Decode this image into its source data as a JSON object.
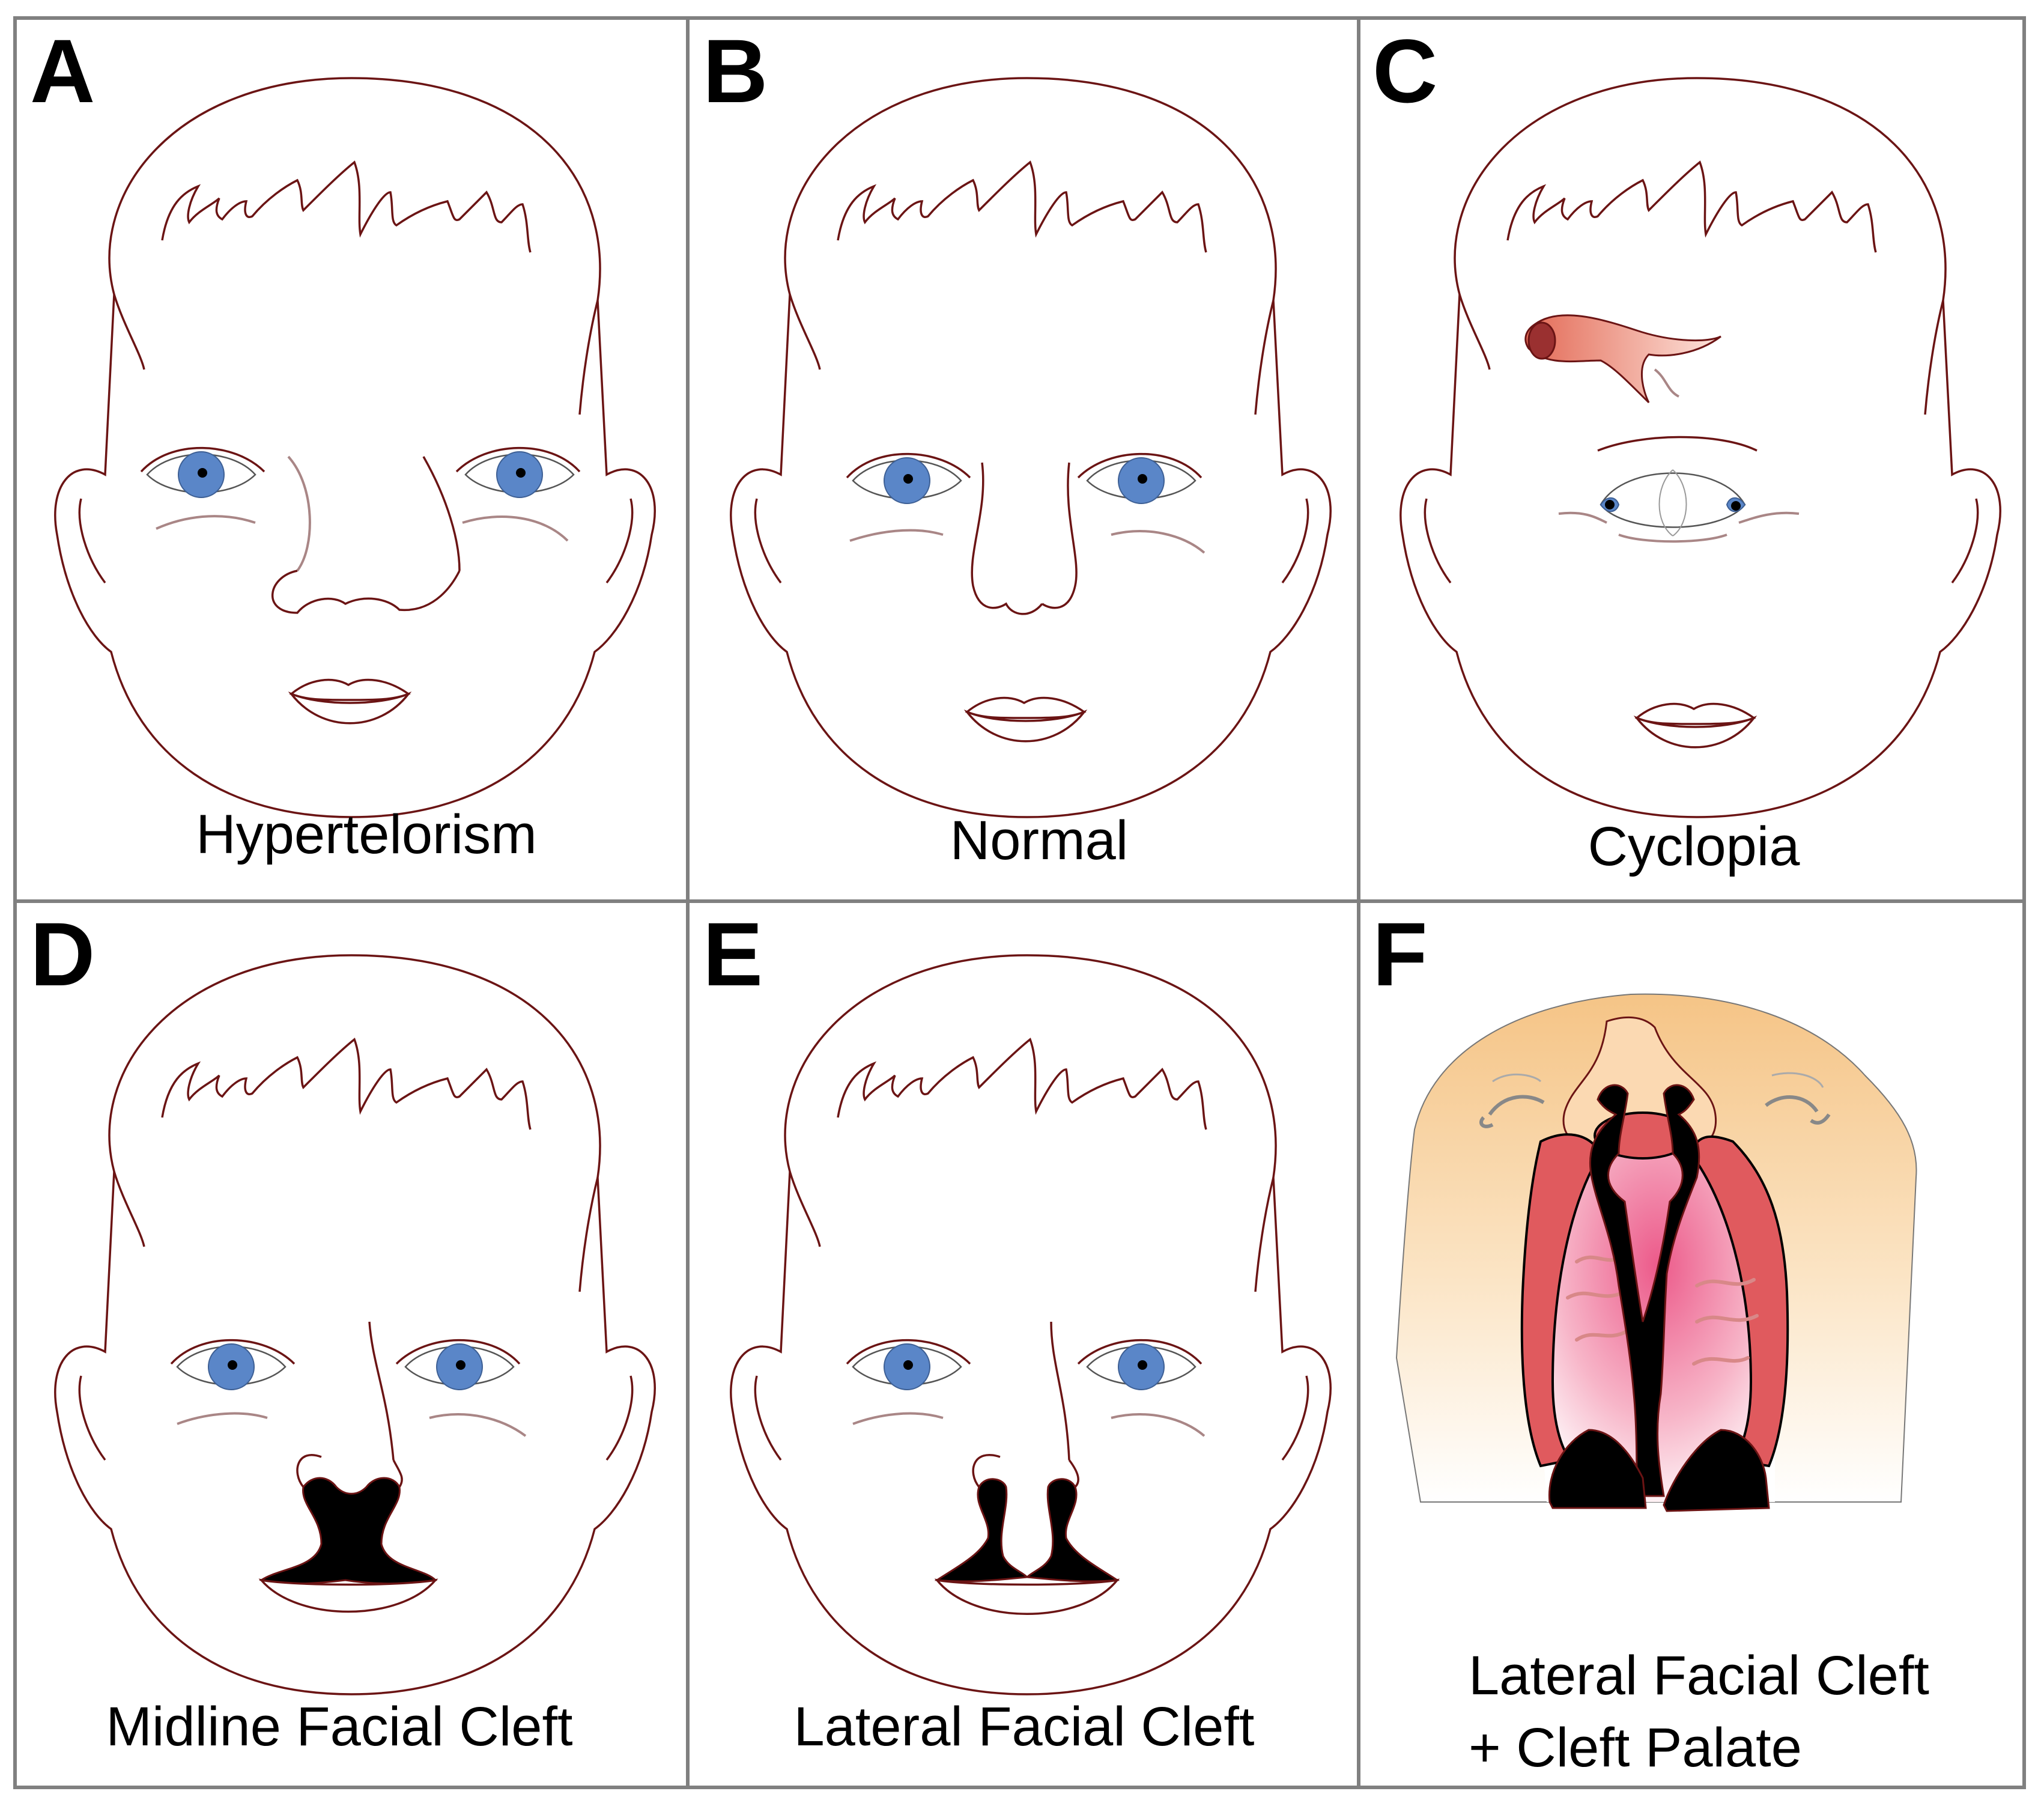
{
  "panels": [
    {
      "letter": "A",
      "caption": "Hypertelorism"
    },
    {
      "letter": "B",
      "caption": "Normal"
    },
    {
      "letter": "C",
      "caption": "Cyclopia"
    },
    {
      "letter": "D",
      "caption": "Midline Facial Cleft"
    },
    {
      "letter": "E",
      "caption": "Lateral Facial Cleft"
    },
    {
      "letter": "F",
      "caption_line1": "Lateral Facial Cleft",
      "caption_line2": "+ Cleft Palate"
    }
  ],
  "colors": {
    "outline": "#6b1414",
    "iris": "#5a86c8",
    "cleft": "#000000",
    "skin": "#f5c486",
    "lip": "#e05a5e",
    "palate": "#f08a9a",
    "proboscis": "#e8826c",
    "grid_border": "#808080"
  }
}
